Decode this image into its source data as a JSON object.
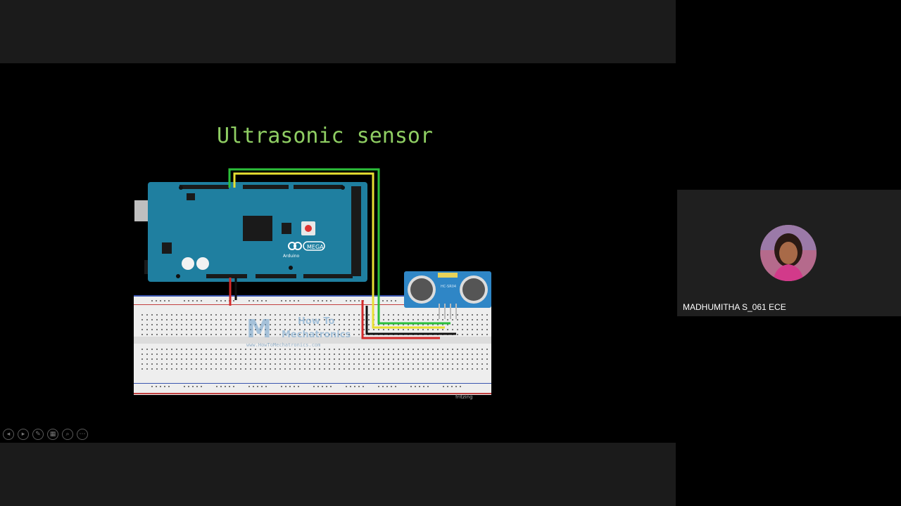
{
  "slide": {
    "title": "Ultrasonic sensor",
    "board_label": "MEGA",
    "board_brand": "Arduino",
    "sensor_label": "HC-SR04",
    "watermark_line1": "How To",
    "watermark_line2": "Mechatronics",
    "watermark_url": "www.HowToMechatronics.com",
    "corner_text": "fritzing"
  },
  "controls": [
    {
      "name": "previous-slide-button",
      "icon": "chevron-left-icon",
      "glyph": "◂"
    },
    {
      "name": "next-slide-button",
      "icon": "chevron-right-icon",
      "glyph": "▸"
    },
    {
      "name": "pen-tool-button",
      "icon": "pen-icon",
      "glyph": "✎"
    },
    {
      "name": "see-all-slides-button",
      "icon": "grid-icon",
      "glyph": "▦"
    },
    {
      "name": "zoom-button",
      "icon": "magnifier-icon",
      "glyph": "⌕"
    },
    {
      "name": "more-options-button",
      "icon": "ellipsis-icon",
      "glyph": "⋯"
    }
  ],
  "participant": {
    "name": "MADHUMITHA S_061 ECE"
  },
  "colors": {
    "title": "#8fce63",
    "board": "#1f7fa0",
    "sensor": "#2f86c6",
    "wire_green": "#2bbf3a",
    "wire_yellow": "#e8e032",
    "wire_red": "#d42a2a",
    "wire_black": "#111111"
  }
}
